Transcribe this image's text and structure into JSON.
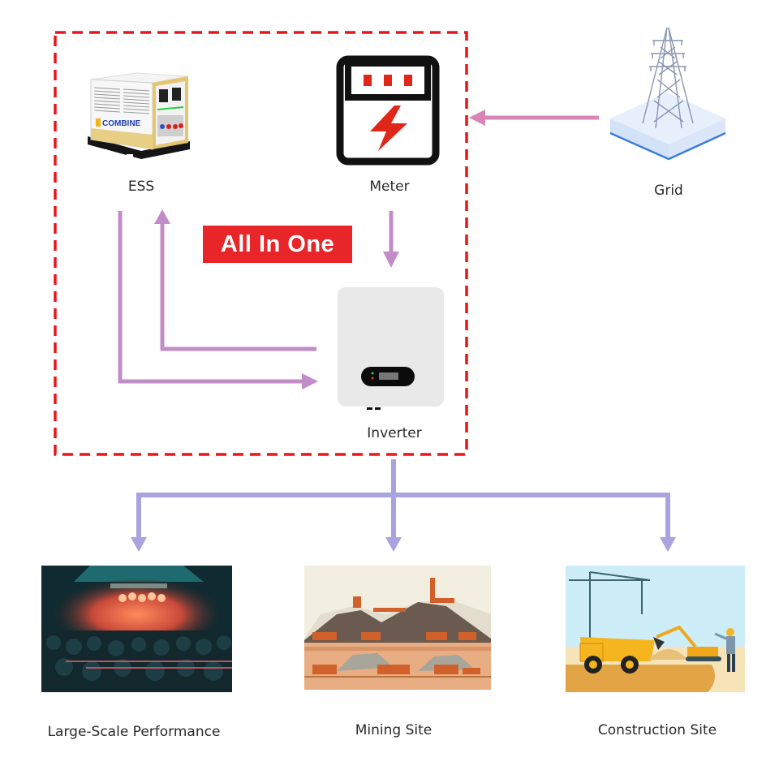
{
  "diagram": {
    "boundary_label": "All In One",
    "nodes": {
      "ess": {
        "label": "ESS",
        "brand": "COMBINE"
      },
      "meter": {
        "label": "Meter"
      },
      "inverter": {
        "label": "Inverter"
      },
      "grid": {
        "label": "Grid"
      }
    },
    "applications": [
      {
        "label": "Large-Scale Performance"
      },
      {
        "label": "Mining Site"
      },
      {
        "label": "Construction Site"
      }
    ],
    "connections": [
      {
        "from": "Grid",
        "to": "Meter"
      },
      {
        "from": "Meter",
        "to": "Inverter"
      },
      {
        "from": "ESS",
        "to": "Inverter"
      },
      {
        "from": "Inverter",
        "to": "ESS"
      },
      {
        "from": "Inverter",
        "to": "Large-Scale Performance"
      },
      {
        "from": "Inverter",
        "to": "Mining Site"
      },
      {
        "from": "Inverter",
        "to": "Construction Site"
      }
    ],
    "colors": {
      "boundary": "#e8151b",
      "all_in_one_bg": "#e8262a",
      "internal_arrow": "#c18cc8",
      "grid_arrow": "#d886b8",
      "distribution_arrow": "#a9a3e0"
    }
  }
}
